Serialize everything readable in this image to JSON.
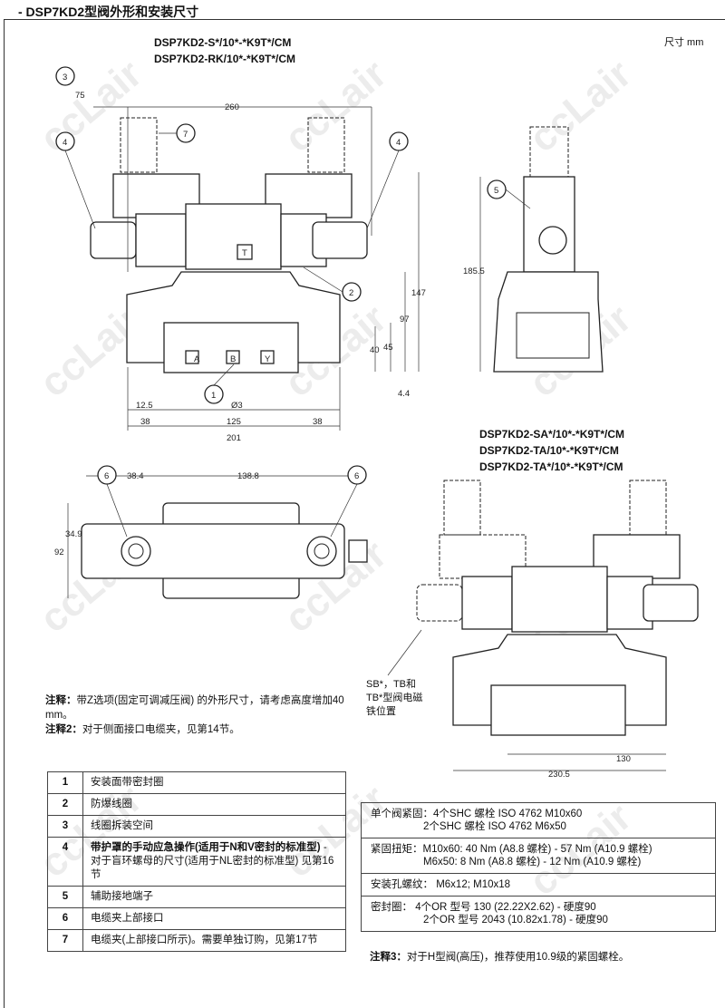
{
  "title": "- DSP7KD2型阀外形和安装尺寸",
  "units": "尺寸 mm",
  "watermark": "ccLair",
  "models_top": [
    "DSP7KD2-S*/10*-*K9T*/CM",
    "DSP7KD2-RK/10*-*K9T*/CM"
  ],
  "models_bottom": [
    "DSP7KD2-SA*/10*-*K9T*/CM",
    "DSP7KD2-TA/10*-*K9T*/CM",
    "DSP7KD2-TA*/10*-*K9T*/CM"
  ],
  "callouts": [
    "1",
    "2",
    "3",
    "4",
    "5",
    "6",
    "7"
  ],
  "dims_front": {
    "d75": "75",
    "d260": "260",
    "d147": "147",
    "d97": "97",
    "d40": "40",
    "d45": "45",
    "d4_4": "4.4",
    "d12_5": "12.5",
    "dphi3": "Ø3",
    "d38": "38",
    "d125": "125",
    "d201": "201"
  },
  "dims_side": {
    "d185_5": "185.5"
  },
  "dims_top": {
    "d38_4": "38.4",
    "d138_8": "138.8",
    "d34_9": "34.9",
    "d92": "92"
  },
  "dims_bottom": {
    "d130": "130",
    "d230_5": "230.5"
  },
  "port_labels": [
    "A",
    "B",
    "Y",
    "T"
  ],
  "sb_label": [
    "SB*，TB和",
    "TB*型阀电磁",
    "铁位置"
  ],
  "notes": {
    "note1_label": "注释：",
    "note1_text": "带Z选项(固定可调减压阀) 的外形尺寸，请考虑高度增加40 mm。",
    "note2_label": "注释2：",
    "note2_text": "对于侧面接口电缆夹，见第14节。",
    "note3_label": "注释3：",
    "note3_text": "对于H型阀(高压)，推荐使用10.9级的紧固螺栓。"
  },
  "parts": [
    {
      "n": "1",
      "text": "安装面带密封圈"
    },
    {
      "n": "2",
      "text": "防爆线圈"
    },
    {
      "n": "3",
      "text": "线圈拆装空间"
    },
    {
      "n": "4",
      "bold": "带护罩的手动应急操作(适用于N和V密封的标准型)",
      "text": " - 对于盲环螺母的尺寸(适用于NL密封的标准型) 见第16节"
    },
    {
      "n": "5",
      "text": "辅助接地端子"
    },
    {
      "n": "6",
      "text": "电缆夹上部接口"
    },
    {
      "n": "7",
      "text": "电缆夹(上部接口所示)。需要单独订购，见第17节"
    }
  ],
  "specs": [
    {
      "label": "单个阀紧固：",
      "lines": [
        "4个SHC 螺栓 ISO 4762 M10x60",
        "2个SHC 螺栓 ISO 4762 M6x50"
      ]
    },
    {
      "label": "紧固扭矩：",
      "lines": [
        "M10x60: 40 Nm (A8.8 螺栓) - 57 Nm (A10.9 螺栓)",
        "M6x50:  8 Nm (A8.8 螺栓) - 12 Nm (A10.9 螺栓)"
      ]
    },
    {
      "label": "安装孔螺纹：",
      "lines": [
        "M6x12; M10x18"
      ]
    },
    {
      "label": "密封圈：",
      "lines": [
        "4个OR 型号 130 (22.22X2.62) - 硬度90",
        "2个OR 型号 2043 (10.82x1.78) - 硬度90"
      ]
    }
  ]
}
